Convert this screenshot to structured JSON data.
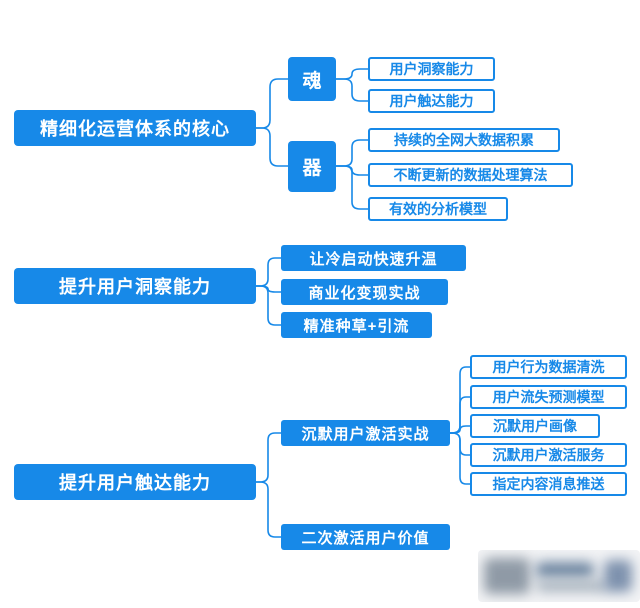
{
  "colors": {
    "primary": "#1789e8",
    "background": "#ffffff"
  },
  "mindmap": {
    "branches": [
      {
        "label": "精细化运营体系的核心",
        "children": [
          {
            "label": "魂",
            "children": [
              {
                "label": "用户洞察能力"
              },
              {
                "label": "用户触达能力"
              }
            ]
          },
          {
            "label": "器",
            "children": [
              {
                "label": "持续的全网大数据积累"
              },
              {
                "label": "不断更新的数据处理算法"
              },
              {
                "label": "有效的分析模型"
              }
            ]
          }
        ]
      },
      {
        "label": "提升用户洞察能力",
        "children": [
          {
            "label": "让冷启动快速升温"
          },
          {
            "label": "商业化变现实战"
          },
          {
            "label": "精准种草+引流"
          }
        ]
      },
      {
        "label": "提升用户触达能力",
        "children": [
          {
            "label": "沉默用户激活实战",
            "children": [
              {
                "label": "用户行为数据清洗"
              },
              {
                "label": "用户流失预测模型"
              },
              {
                "label": "沉默用户画像"
              },
              {
                "label": "沉默用户激活服务"
              },
              {
                "label": "指定内容消息推送"
              }
            ]
          },
          {
            "label": "二次激活用户价值"
          }
        ]
      }
    ]
  }
}
